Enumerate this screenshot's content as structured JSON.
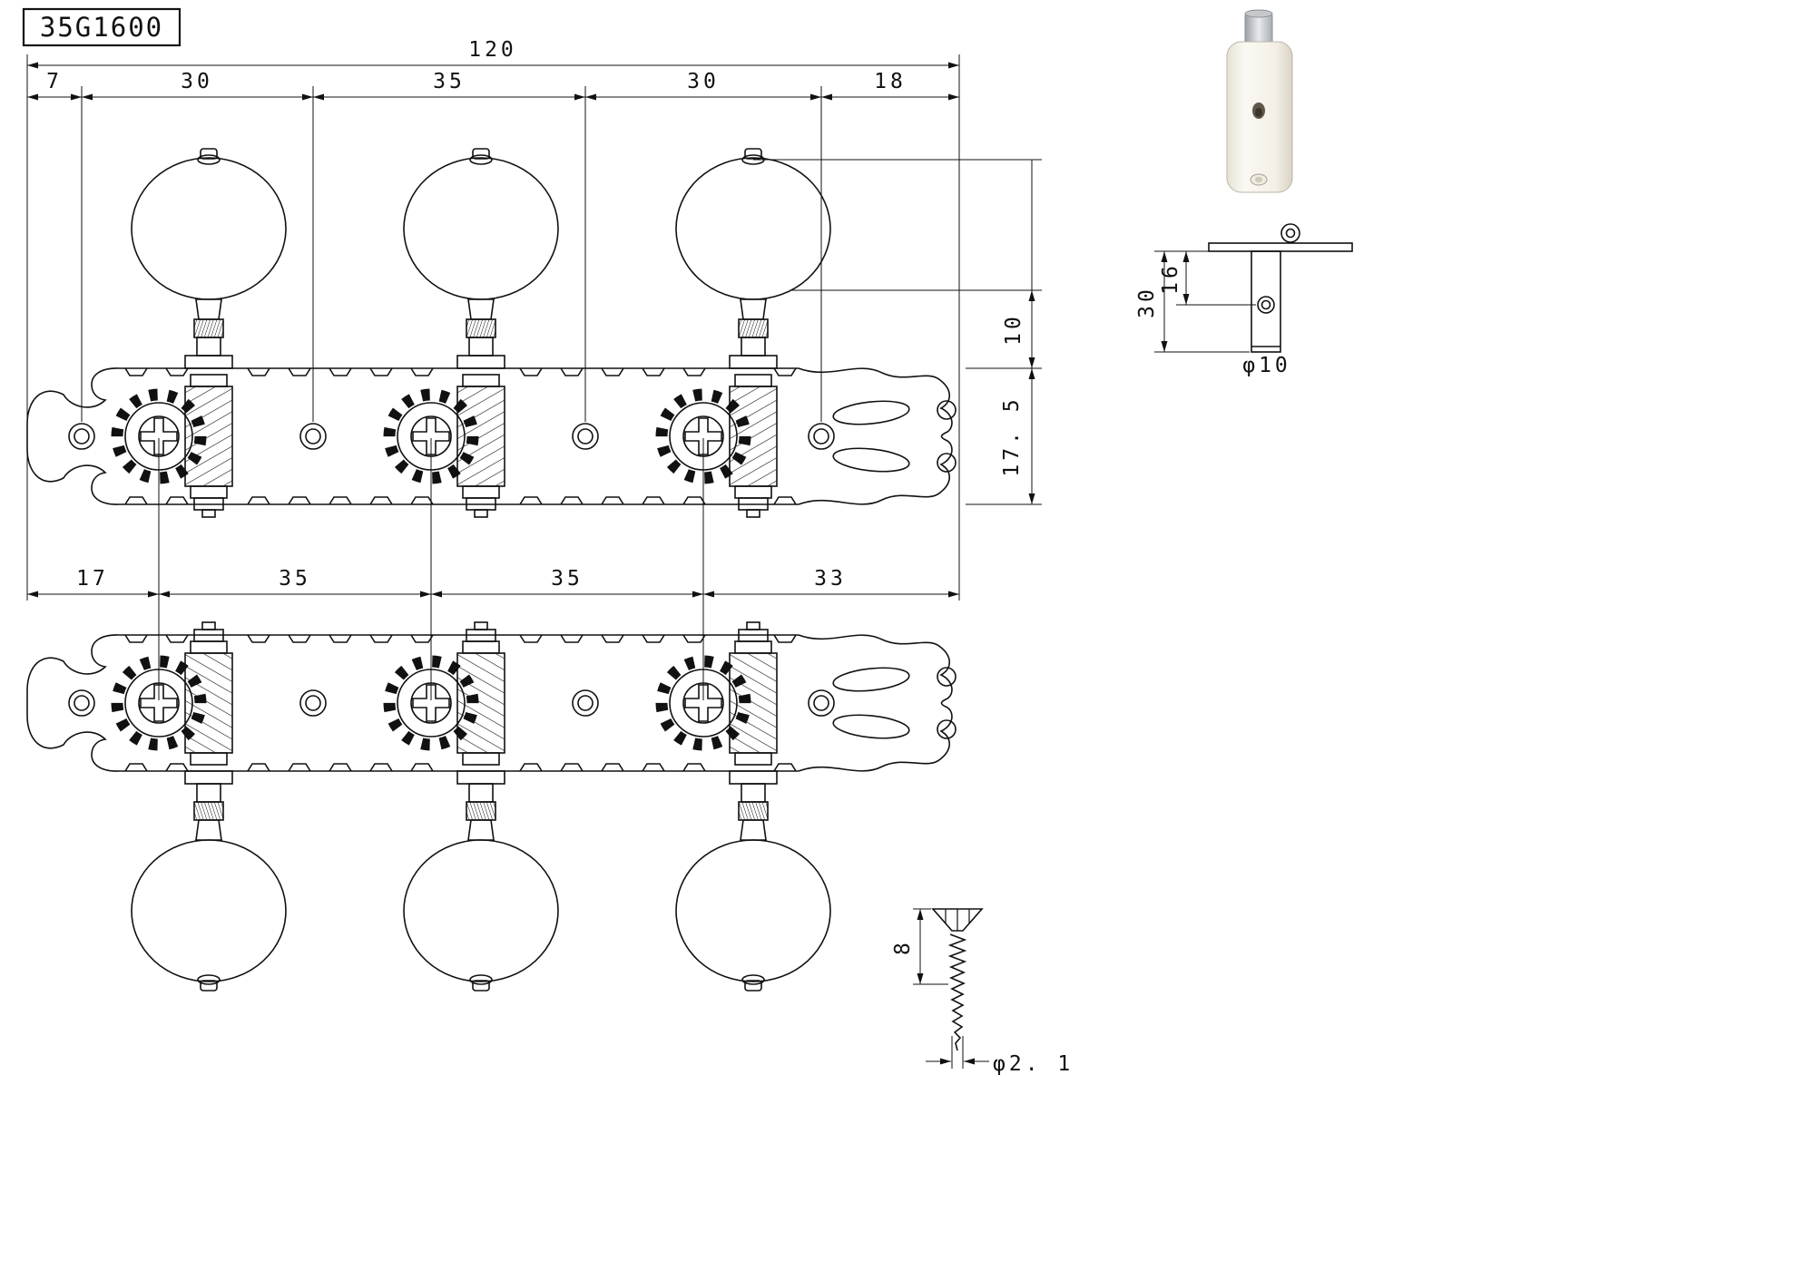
{
  "part": {
    "model": "35G1600"
  },
  "dimensions": {
    "overall": "120",
    "top": [
      "7",
      "30",
      "35",
      "30",
      "18"
    ],
    "bottom": [
      "17",
      "35",
      "35",
      "33"
    ],
    "side": {
      "knob_clearance": "10",
      "plate_height": "17. 5"
    },
    "post": {
      "length": "30",
      "hole_offset": "16",
      "diameter": "φ10"
    },
    "screw": {
      "length": "8",
      "diameter": "φ2. 1"
    }
  },
  "colors": {
    "line": "#111111",
    "paper": "#ffffff",
    "button_body": "#f6f3ea",
    "button_metal": "#aab0b5"
  }
}
